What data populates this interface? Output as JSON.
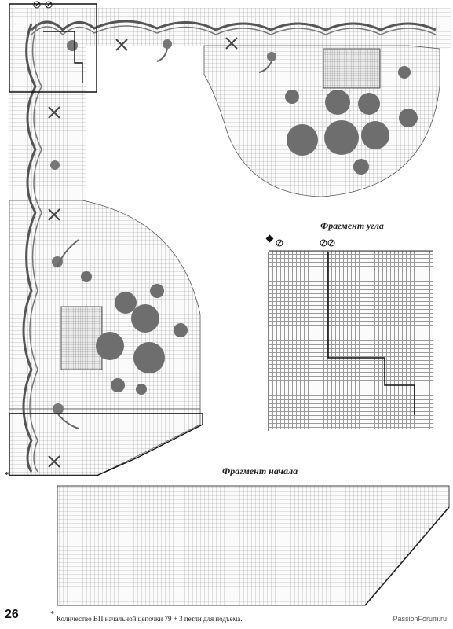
{
  "page": {
    "page_number": "26",
    "caption_corner": "Фрагмент угла",
    "caption_start": "Фрагмент начала",
    "chain_note": "Количество ВП начальной цепочки 79 + 3 петли для подъема.",
    "note_marker": "*",
    "start_marker": "*",
    "watermark": "PassionForum.ru"
  },
  "colors": {
    "grid_line": "#9a9a9a",
    "filled_cell": "#6e6e6e",
    "outline": "#222222",
    "paper": "#ffffff"
  },
  "icons": [
    "circle-slash-symbol",
    "filled-diamond-symbol",
    "x-motif",
    "flower-motif",
    "basket-motif"
  ]
}
